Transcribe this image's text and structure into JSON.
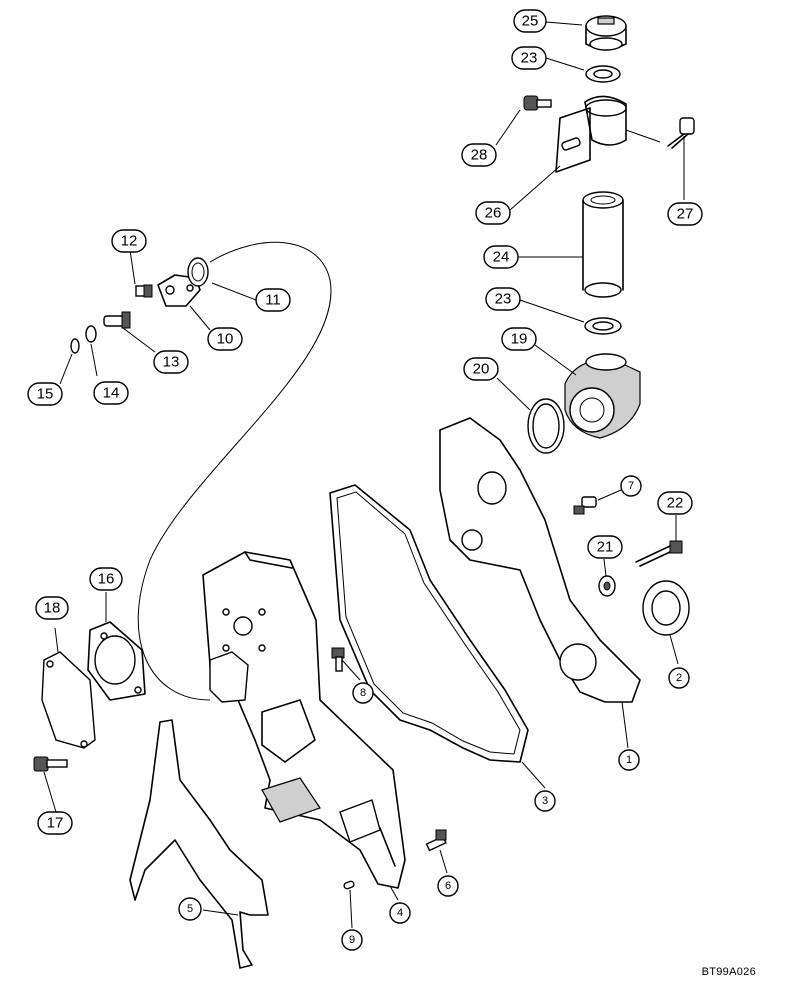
{
  "figure": {
    "reference_code": "BT99A026"
  },
  "callouts": {
    "c1": "1",
    "c2": "2",
    "c3": "3",
    "c4": "4",
    "c5": "5",
    "c6": "6",
    "c7": "7",
    "c8": "8",
    "c9": "9",
    "c10": "10",
    "c11": "11",
    "c12": "12",
    "c13": "13",
    "c14": "14",
    "c15": "15",
    "c16": "16",
    "c17": "17",
    "c18": "18",
    "c19": "19",
    "c20": "20",
    "c21": "21",
    "c22": "22",
    "c23a": "23",
    "c23b": "23",
    "c24": "24",
    "c25": "25",
    "c26": "26",
    "c27": "27",
    "c28": "28"
  }
}
